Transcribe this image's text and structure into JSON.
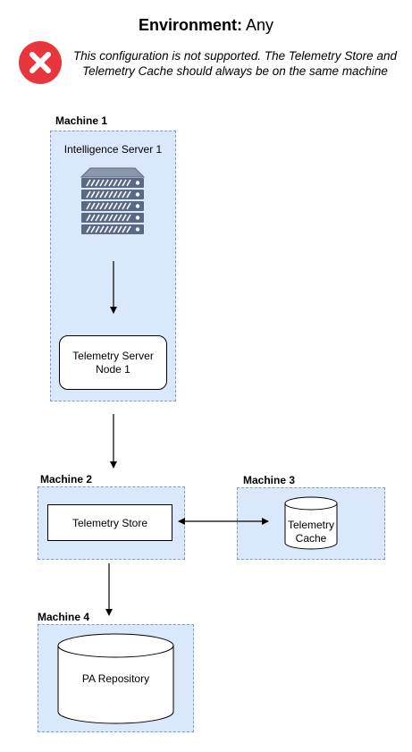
{
  "header": {
    "env_label": "Environment:",
    "env_value": "Any"
  },
  "warning": {
    "icon": "error-x-icon",
    "color": "#e8373c",
    "message": "This configuration is not supported. The Telemetry Store and Telemetry Cache should always be on the same machine"
  },
  "machines": {
    "m1": {
      "label": "Machine 1",
      "server_label": "Intelligence Server 1",
      "node_label_line1": "Telemetry Server",
      "node_label_line2": "Node 1"
    },
    "m2": {
      "label": "Machine 2",
      "store_label": "Telemetry Store"
    },
    "m3": {
      "label": "Machine 3",
      "cache_line1": "Telemetry",
      "cache_line2": "Cache"
    },
    "m4": {
      "label": "Machine 4",
      "repo_label": "PA Repository"
    }
  },
  "colors": {
    "zone_fill": "#dae8fc",
    "zone_border": "#7f9fc2",
    "server_icon": "#5a6a85"
  }
}
